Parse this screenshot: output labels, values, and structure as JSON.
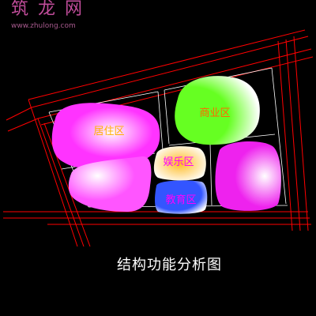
{
  "watermark": {
    "name": "筑龙网",
    "url": "www.zhulong.com"
  },
  "title": "结构功能分析图",
  "colors": {
    "background": "#000000",
    "road": "#ff0000",
    "boundary": "#ffffff"
  },
  "zones": {
    "residential": {
      "label": "居住区",
      "color": "#ff33ff",
      "label_color": "#ffb000"
    },
    "commercial": {
      "label": "商业区",
      "color": "#66ff22",
      "label_color": "#ff6600"
    },
    "entertainment": {
      "label": "娱乐区",
      "color": "#ffbb22",
      "label_color": "#ff00ff"
    },
    "education": {
      "label": "教育区",
      "color": "#3355ff",
      "label_color": "#ff00ff"
    },
    "residential_south": {
      "color": "#ff55ff"
    },
    "east_block": {
      "color": "#ee22ee"
    }
  }
}
